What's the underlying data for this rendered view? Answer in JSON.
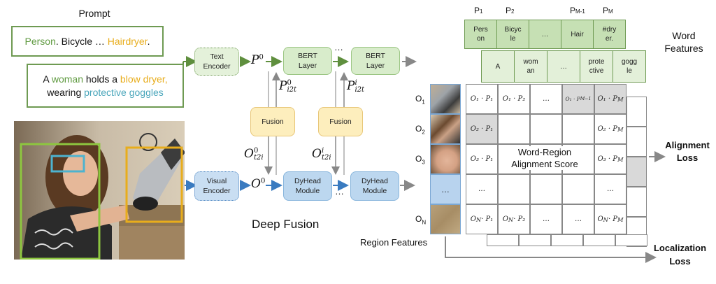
{
  "prompt": {
    "title": "Prompt",
    "line1": [
      {
        "text": "Person",
        "color": "green"
      },
      {
        "text": ". Bicycle … ",
        "color": "black"
      },
      {
        "text": "Hairdryer",
        "color": "yellow"
      },
      {
        "text": ".",
        "color": "black"
      }
    ],
    "line2a": [
      {
        "text": "A ",
        "color": "black"
      },
      {
        "text": "woman",
        "color": "green"
      },
      {
        "text": " holds a ",
        "color": "black"
      },
      {
        "text": "blow dryer,",
        "color": "yellow"
      }
    ],
    "line2b": [
      {
        "text": "wearing ",
        "color": "black"
      },
      {
        "text": "protective goggles",
        "color": "blue"
      }
    ]
  },
  "colors": {
    "green": "#5f9a40",
    "yellow": "#e8ad1c",
    "blue": "#4aa6bb",
    "black": "#111111"
  },
  "image": {
    "description": "Woman holding a blow dryer wearing goggles",
    "boxes": [
      "person",
      "goggles",
      "blow dryer"
    ]
  },
  "nodes": {
    "text_encoder": "Text\nEncoder",
    "visual_encoder": "Visual\nEncoder",
    "bert1": "BERT\nLayer",
    "bert2": "BERT\nLayer",
    "fusion1": "Fusion",
    "fusion2": "Fusion",
    "dyhead1": "DyHead\nModule",
    "dyhead2": "DyHead\nModule",
    "ellipsis": "…"
  },
  "math": {
    "p0_base": "P",
    "p0_sup": "0",
    "o0_base": "O",
    "o0_sup": "0",
    "pi2t0_base": "P",
    "pi2t0_sup": "0",
    "pi2t0_sub": "i2t",
    "pi2ti_base": "P",
    "pi2ti_sup": "i",
    "pi2ti_sub": "i2t",
    "ot2i0_base": "O",
    "ot2i0_sup": "0",
    "ot2i0_sub": "t2i",
    "ot2ii_base": "O",
    "ot2ii_sup": "i",
    "ot2ii_sub": "t2i"
  },
  "deep_fusion_label": "Deep Fusion",
  "word_features": {
    "label": "Word Features",
    "p_labels": [
      {
        "base": "P",
        "sub": "1"
      },
      {
        "base": "P",
        "sub": "2"
      },
      {
        "base": "P",
        "sub": "M-1"
      },
      {
        "base": "P",
        "sub": "M"
      }
    ],
    "row1": [
      "Pers\non",
      "Bicyc\nle",
      "…",
      "Hair",
      "#dry\ner."
    ],
    "row2": [
      "A",
      "wom\nan",
      "…",
      "prote\nctive",
      "gogg\nle"
    ]
  },
  "region_features": {
    "label": "Region Features",
    "rows": [
      {
        "base": "O",
        "sub": "1"
      },
      {
        "base": "O",
        "sub": "2"
      },
      {
        "base": "O",
        "sub": "3"
      },
      {
        "base": "",
        "sub": ""
      },
      {
        "base": "O",
        "sub": "N"
      }
    ],
    "ellipsis": "…"
  },
  "grid": {
    "center_label": "Word-Region\nAlignment Score",
    "cells": [
      [
        "O₁ · P₁",
        "O₁ · P₂",
        "…",
        "O₁ · P_{M−1}",
        "O₁ · P_M"
      ],
      [
        "O₂ · P₁",
        "",
        "",
        "",
        "O₂ · P_M"
      ],
      [
        "O₃ · P₁",
        "",
        "",
        "",
        "O₃ · P_M"
      ],
      [
        "…",
        "",
        "",
        "",
        "…"
      ],
      [
        "O_N · P₁",
        "O_N · P₂",
        "…",
        "…",
        "O_N · P_M"
      ]
    ],
    "shaded": [
      [
        0,
        3
      ],
      [
        0,
        4
      ],
      [
        1,
        0
      ]
    ],
    "side_shaded": [
      2
    ]
  },
  "losses": {
    "alignment": "Alignment\nLoss",
    "localization": "Localization\nLoss"
  }
}
